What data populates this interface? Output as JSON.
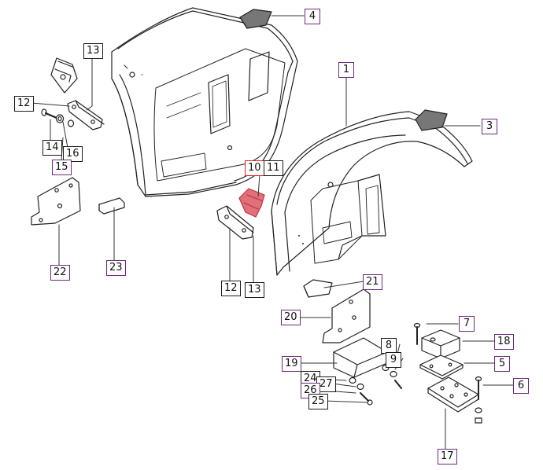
{
  "colors": {
    "callout_primary": "#6b2a7a",
    "callout_secondary": "#1a1a1a",
    "callout_highlight": "#e02020",
    "highlight_part": "#e0707a",
    "line": "#222222",
    "leader": "#333333"
  },
  "callouts": [
    {
      "id": "c4",
      "text": "4",
      "style": "purple"
    },
    {
      "id": "c13a",
      "text": "13",
      "style": "black"
    },
    {
      "id": "c12a",
      "text": "12",
      "style": "black"
    },
    {
      "id": "c14",
      "text": "14",
      "style": "black"
    },
    {
      "id": "c16",
      "text": "16",
      "style": "black"
    },
    {
      "id": "c15",
      "text": "15",
      "style": "purple"
    },
    {
      "id": "c1",
      "text": "1",
      "style": "purple"
    },
    {
      "id": "c3",
      "text": "3",
      "style": "purple"
    },
    {
      "id": "c10",
      "text": "10",
      "style": "red"
    },
    {
      "id": "c11",
      "text": "11",
      "style": "black"
    },
    {
      "id": "c22",
      "text": "22",
      "style": "purple"
    },
    {
      "id": "c23",
      "text": "23",
      "style": "purple"
    },
    {
      "id": "c12b",
      "text": "12",
      "style": "black"
    },
    {
      "id": "c13b",
      "text": "13",
      "style": "black"
    },
    {
      "id": "c21",
      "text": "21",
      "style": "purple"
    },
    {
      "id": "c20",
      "text": "20",
      "style": "purple"
    },
    {
      "id": "c7",
      "text": "7",
      "style": "purple"
    },
    {
      "id": "c18",
      "text": "18",
      "style": "purple"
    },
    {
      "id": "c8",
      "text": "8",
      "style": "black"
    },
    {
      "id": "c9",
      "text": "9",
      "style": "black"
    },
    {
      "id": "c5",
      "text": "5",
      "style": "purple"
    },
    {
      "id": "c19",
      "text": "19",
      "style": "purple"
    },
    {
      "id": "c24",
      "text": "24",
      "style": "black"
    },
    {
      "id": "c27",
      "text": "27",
      "style": "black"
    },
    {
      "id": "c26",
      "text": "26",
      "style": "purple"
    },
    {
      "id": "c25",
      "text": "25",
      "style": "black"
    },
    {
      "id": "c6",
      "text": "6",
      "style": "purple"
    },
    {
      "id": "c17",
      "text": "17",
      "style": "purple"
    }
  ]
}
